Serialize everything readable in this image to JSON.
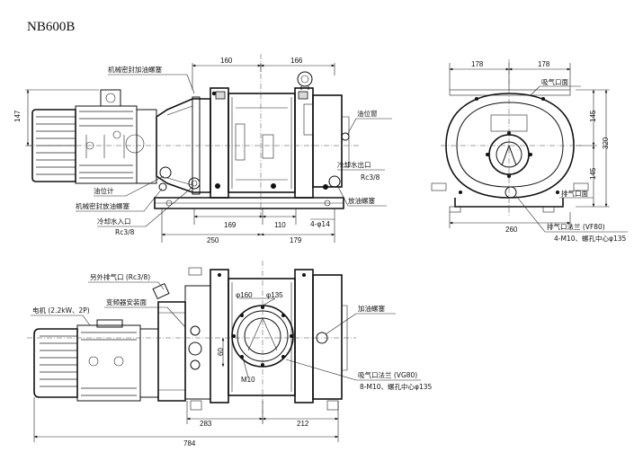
{
  "title": "NB600B",
  "top_view": {
    "labels": {
      "seal_screw_top": "机械密封加油螺塞",
      "oil_gauge": "油位计",
      "seal_drain": "机械密封放油螺塞",
      "cooling_in": "冷却水入口",
      "cooling_in_thread": "Rc3/8",
      "oil_window": "油位窗",
      "cooling_out": "冷却水出口",
      "cooling_out_thread": "Rc3/8",
      "drain_screw": "放油螺塞",
      "holes": "4-φ14"
    },
    "dims": {
      "d160": "160",
      "d166": "166",
      "d147": "147",
      "d169": "169",
      "d110": "110",
      "d250": "250",
      "d179": "179"
    }
  },
  "side_view": {
    "labels": {
      "inlet_face": "吸气口面",
      "outlet_face": "排气口面",
      "outlet_flange": "排气口法兰 (VF80)",
      "bolts": "4-M10、螺孔中心φ135"
    },
    "dims": {
      "d178a": "178",
      "d178b": "178",
      "d145a": "145",
      "d145b": "145",
      "d320": "320",
      "d260": "260"
    }
  },
  "bottom_view": {
    "labels": {
      "extra_exhaust": "另外排气口 (Rc3/8)",
      "motor": "电机 (2.2kW、2P)",
      "inverter_face": "变频器安装面",
      "oil_fill": "加油螺塞",
      "inlet_flange": "吸气口法兰 (VG80)",
      "inlet_bolts": "8-M10、螺孔中心φ135"
    },
    "dims": {
      "d160": "φ160",
      "d135": "φ135",
      "d60": "60",
      "m10": "M10",
      "d283": "283",
      "d212": "212",
      "d784": "784"
    }
  }
}
